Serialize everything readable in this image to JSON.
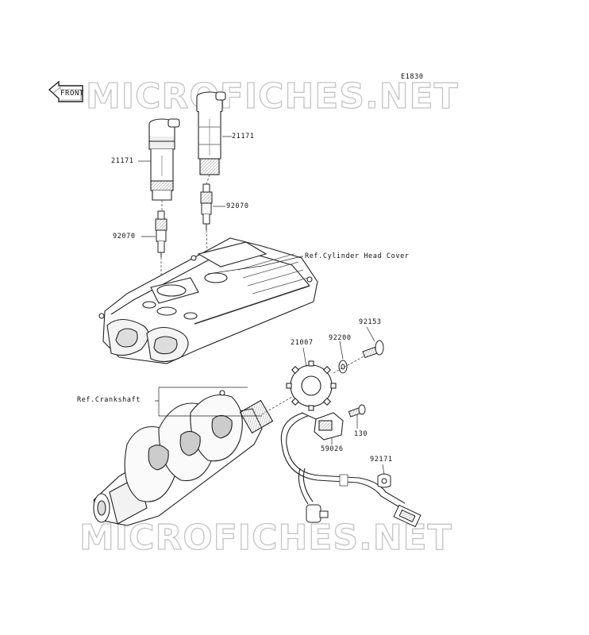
{
  "diagram_code": "E1830",
  "watermark_top": "MICROFICHES.NET",
  "watermark_bottom": "MICROFICHES.NET",
  "front_label": "FRONT",
  "parts": {
    "coil_left": "21171",
    "coil_right": "21171",
    "plug_left": "92070",
    "plug_right": "92070",
    "head_cover_ref": "Ref.Cylinder Head Cover",
    "crankshaft_ref": "Ref.Crankshaft",
    "rotor": "21007",
    "washer": "92200",
    "bolt_rotor": "92153",
    "sensor_bolt": "130",
    "pickup_coil": "59026",
    "clamp": "92171"
  }
}
